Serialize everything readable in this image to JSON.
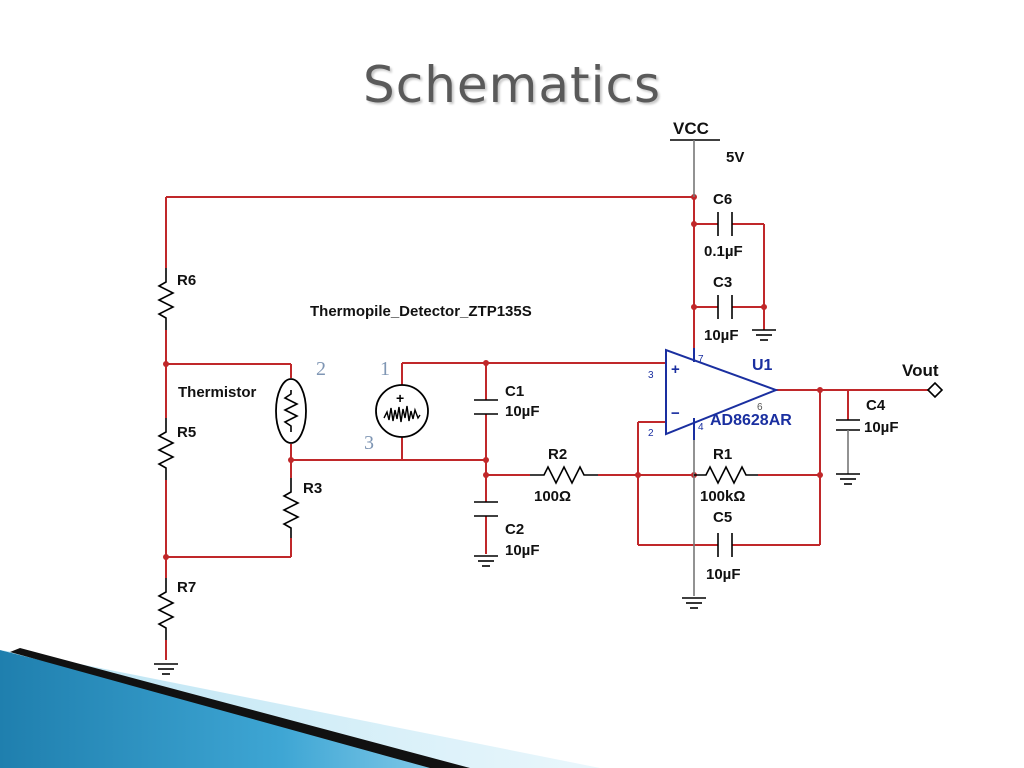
{
  "slide": {
    "title": "Schematics"
  },
  "labels": {
    "vcc": "VCC",
    "vcc_value": "5V",
    "c6": "C6",
    "c6_value": "0.1µF",
    "c3": "C3",
    "c3_value": "10µF",
    "u1": "U1",
    "u1_part": "AD8628AR",
    "vout": "Vout",
    "c4": "C4",
    "c4_value": "10µF",
    "r1": "R1",
    "r1_value": "100kΩ",
    "c5": "C5",
    "c5_value": "10µF",
    "r2": "R2",
    "r2_value": "100Ω",
    "c1": "C1",
    "c1_value": "10µF",
    "c2": "C2",
    "c2_value": "10µF",
    "r6": "R6",
    "r5": "R5",
    "r3": "R3",
    "r7": "R7",
    "thermistor": "Thermistor",
    "detector": "Thermopile_Detector_ZTP135S",
    "pin_1": "1",
    "pin_2": "2",
    "pin_3": "3",
    "op_pin_plus": "+",
    "op_pin_minus": "−",
    "op_pin_3": "3",
    "op_pin_2": "2",
    "op_pin_7": "7",
    "op_pin_4": "4",
    "op_pin_6": "6"
  },
  "colors": {
    "wire": "#c0282a",
    "opamp": "#1a2fa0",
    "title": "#5a5a5a",
    "corner_band": "#2a8fc0"
  }
}
